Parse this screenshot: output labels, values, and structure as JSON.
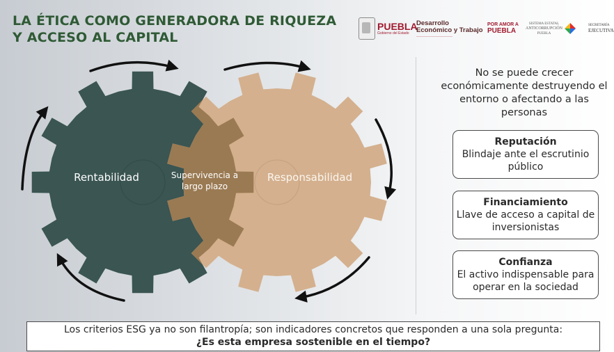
{
  "title": "LA ÉTICA COMO GENERADORA DE RIQUEZA Y ACCESO AL CAPITAL",
  "logos": {
    "puebla": {
      "main": "PUEBLA",
      "sub": "Gobierno del Estado"
    },
    "desarrollo": {
      "line1": "Desarrollo",
      "line2": "Económico y Trabajo"
    },
    "poramor": {
      "top": "POR AMOR A",
      "main": "PUEBLA"
    },
    "sea": {
      "line1": "SISTEMA ESTATAL",
      "line2": "ANTICORRUPCIÓN",
      "line3": "PUEBLA"
    },
    "secretaria": {
      "line1": "SECRETARÍA",
      "line2": "EJECUTIVA"
    }
  },
  "gears": {
    "left_label": "Rentabilidad",
    "right_label": "Responsabilidad",
    "overlap_label": "Supervivencia a largo plazo",
    "left_color": "#3a5552",
    "right_color": "#d4b08e",
    "overlap_color": "#9a7a53"
  },
  "intro_text": "No se puede crecer económicamente destruyendo el entorno o afectando a las personas",
  "cards": [
    {
      "title": "Reputación",
      "body": "Blindaje ante el escrutinio público"
    },
    {
      "title": "Financiamiento",
      "body": "Llave de acceso a capital de inversionistas"
    },
    {
      "title": "Confianza",
      "body": "El activo indispensable para operar en la sociedad"
    }
  ],
  "footer": {
    "line1": "Los criterios ESG ya no son filantropía; son indicadores concretos que responden a una sola pregunta:",
    "line2": "¿Es esta empresa sostenible en el tiempo?"
  },
  "colors": {
    "title": "#2f5a35",
    "brand_red": "#a01a2e",
    "arrow": "#111111"
  }
}
